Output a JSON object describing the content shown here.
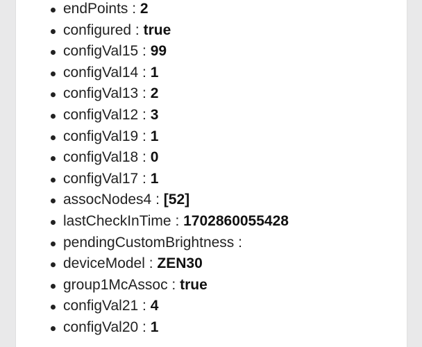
{
  "properties": [
    {
      "key": "endPoints",
      "sep": " : ",
      "value": "2"
    },
    {
      "key": "configured",
      "sep": " : ",
      "value": "true"
    },
    {
      "key": "configVal15",
      "sep": " : ",
      "value": "99"
    },
    {
      "key": "configVal14",
      "sep": " : ",
      "value": "1"
    },
    {
      "key": "configVal13",
      "sep": " : ",
      "value": "2"
    },
    {
      "key": "configVal12",
      "sep": " : ",
      "value": "3"
    },
    {
      "key": "configVal19",
      "sep": " : ",
      "value": "1"
    },
    {
      "key": "configVal18",
      "sep": " : ",
      "value": "0"
    },
    {
      "key": "configVal17",
      "sep": " : ",
      "value": "1"
    },
    {
      "key": "assocNodes4",
      "sep": " : ",
      "value": "[52]"
    },
    {
      "key": "lastCheckInTime",
      "sep": " : ",
      "value": "1702860055428"
    },
    {
      "key": "pendingCustomBrightness",
      "sep": " :",
      "value": ""
    },
    {
      "key": "deviceModel",
      "sep": " : ",
      "value": "ZEN30"
    },
    {
      "key": "group1McAssoc",
      "sep": " : ",
      "value": "true"
    },
    {
      "key": "configVal21",
      "sep": " : ",
      "value": "4"
    },
    {
      "key": "configVal20",
      "sep": " : ",
      "value": "1"
    }
  ]
}
